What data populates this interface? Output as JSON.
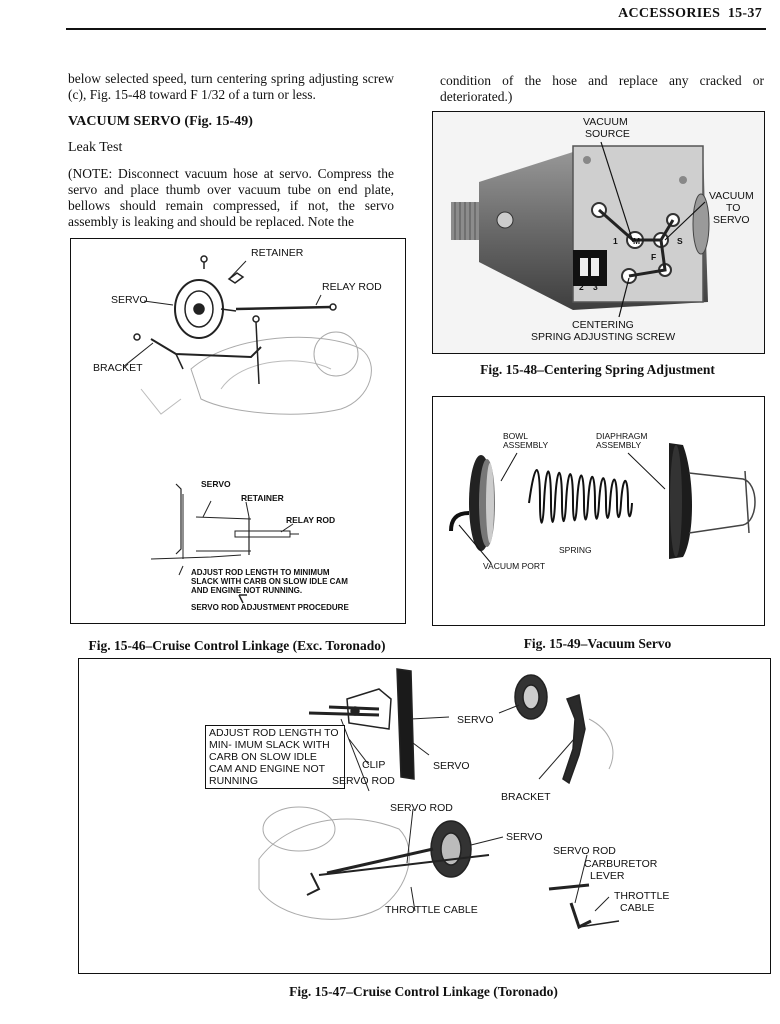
{
  "header": {
    "section": "ACCESSORIES",
    "page": "15-37"
  },
  "left_column": {
    "intro": "below selected speed, turn centering spring adjusting screw (c), Fig. 15-48 toward F 1/32 of a turn or less.",
    "heading": "VACUUM SERVO (Fig. 15-49)",
    "subheading": "Leak Test",
    "note": "(NOTE: Disconnect vacuum hose at servo. Compress the servo and place thumb over vacuum tube on end plate, bellows should remain compressed, if not, the servo assembly is leaking and should be replaced. Note the"
  },
  "right_column": {
    "continuation": "condition of the hose and replace any cracked or deteriorated.)"
  },
  "fig_15_46": {
    "caption": "Fig. 15-46–Cruise Control Linkage (Exc. Toronado)",
    "labels": {
      "retainer": "RETAINER",
      "relay_rod": "RELAY ROD",
      "servo": "SERVO",
      "bracket": "BRACKET"
    },
    "inset": {
      "servo": "SERVO",
      "retainer": "RETAINER",
      "relay_rod": "RELAY ROD",
      "note_line1": "ADJUST ROD LENGTH TO MINIMUM",
      "note_line2": "SLACK WITH CARB ON SLOW IDLE CAM",
      "note_line3": "AND ENGINE NOT RUNNING.",
      "title": "SERVO ROD ADJUSTMENT PROCEDURE"
    }
  },
  "fig_15_48": {
    "caption": "Fig. 15-48–Centering Spring Adjustment",
    "labels": {
      "vacuum_source_1": "VACUUM",
      "vacuum_source_2": "SOURCE",
      "vacuum_to_servo_1": "VACUUM",
      "vacuum_to_servo_2": "TO",
      "vacuum_to_servo_3": "SERVO",
      "centering_1": "CENTERING",
      "centering_2": "SPRING ADJUSTING SCREW",
      "m": "M",
      "s": "S",
      "f": "F",
      "n1": "1",
      "n2": "2",
      "n3": "3"
    }
  },
  "fig_15_49": {
    "caption": "Fig. 15-49–Vacuum Servo",
    "labels": {
      "bowl_1": "BOWL",
      "bowl_2": "ASSEMBLY",
      "diaphragm_1": "DIAPHRAGM",
      "diaphragm_2": "ASSEMBLY",
      "spring": "SPRING",
      "vacuum_port": "VACUUM PORT"
    }
  },
  "fig_15_47": {
    "caption": "Fig. 15-47–Cruise Control Linkage (Toronado)",
    "note": "ADJUST ROD LENGTH TO MIN- IMUM SLACK WITH CARB ON SLOW IDLE CAM AND ENGINE NOT RUNNING",
    "labels": {
      "servo_top": "SERVO",
      "clip": "CLIP",
      "servo_mid": "SERVO",
      "servo_rod_left": "SERVO ROD",
      "bracket": "BRACKET",
      "servo_rod_center": "SERVO ROD",
      "servo_center": "SERVO",
      "throttle_cable_left": "THROTTLE CABLE",
      "servo_rod_right": "SERVO ROD",
      "carb_lever_1": "CARBURETOR",
      "carb_lever_2": "LEVER",
      "throttle_right_1": "THROTTLE",
      "throttle_right_2": "CABLE"
    }
  }
}
